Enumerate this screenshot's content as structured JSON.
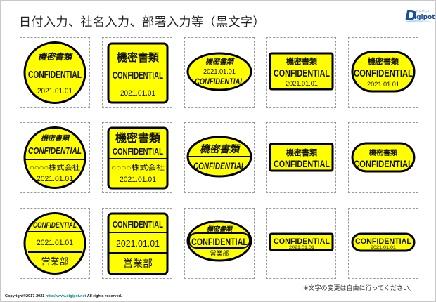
{
  "header": {
    "title": "日付入力、社名入力、部署入力等（黒文字）",
    "logo": {
      "main": "D",
      "rest": "igipot",
      "tagline": "デジポット"
    }
  },
  "colors": {
    "stamp_fill": "#FFFF00",
    "stamp_border": "#000000",
    "text": "#111111",
    "frame_border": "#9A9A9A",
    "link": "#0E8A8A"
  },
  "stamps": {
    "secret": "機密書類",
    "confidential": "CONFIDENTIAL",
    "date": "2021.01.01",
    "company": "○○○○株式会社",
    "department": "営業部"
  },
  "grid": {
    "rows": [
      {
        "items": [
          {
            "shape": "circle",
            "lines": [
              "機密書類",
              "CONFIDENTIAL",
              "2021.01.01"
            ]
          },
          {
            "shape": "rounded-square",
            "lines": [
              "機密書類",
              "CONFIDENTIAL",
              "2021.01.01"
            ]
          },
          {
            "shape": "ellipse",
            "lines": [
              "機密書類",
              "2021.01.01",
              "CONFIDENTIAL"
            ]
          },
          {
            "shape": "rectangle",
            "lines": [
              "機密書類",
              "CONFIDENTIAL",
              "2021.01.01"
            ]
          },
          {
            "shape": "stadium",
            "lines": [
              "機密書類",
              "CONFIDENTIAL",
              "2021.01.01"
            ]
          }
        ]
      },
      {
        "items": [
          {
            "shape": "circle-divided",
            "lines": [
              "機密書類",
              "CONFIDENTIAL",
              "○○○○株式会社",
              "2021.01.01"
            ]
          },
          {
            "shape": "rounded-square-divided",
            "lines": [
              "機密書類",
              "CONFIDENTIAL",
              "○○○○株式会社",
              "2021.01.01"
            ]
          },
          {
            "shape": "ellipse-divided",
            "lines": [
              "機密書類",
              "CONFIDENTIAL"
            ]
          },
          {
            "shape": "rectangle",
            "lines": [
              "機密書類",
              "CONFIDENTIAL"
            ]
          },
          {
            "shape": "stadium",
            "lines": [
              "機密書類",
              "CONFIDENTIAL"
            ]
          }
        ]
      },
      {
        "items": [
          {
            "shape": "circle-3-sections",
            "lines": [
              "CONFIDENTIAL",
              "2021.01.01",
              "営業部"
            ]
          },
          {
            "shape": "rounded-square-3-sections",
            "lines": [
              "CONFIDENTIAL",
              "2021.01.01",
              "営業部"
            ]
          },
          {
            "shape": "ellipse",
            "lines": [
              "機密書類",
              "CONFIDENTIAL",
              "営業部"
            ]
          },
          {
            "shape": "rectangle-slim",
            "lines": [
              "CONFIDENTIAL",
              "2021.01.01"
            ]
          },
          {
            "shape": "stadium-slim",
            "lines": [
              "CONFIDENTIAL",
              "2021.01.01"
            ]
          }
        ]
      }
    ]
  },
  "footer": {
    "note": "※文字の変更は自由に行ってください。",
    "copyright_prefix": "Copyright©2017-2021 ",
    "copyright_link": "http://www.digipot.net",
    "copyright_suffix": " All rights reserved."
  }
}
